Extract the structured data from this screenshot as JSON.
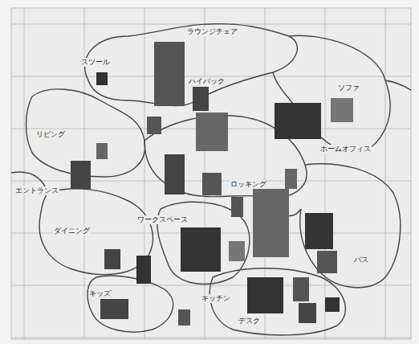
{
  "diagram": {
    "labels": [
      "ラウンジチェア",
      "スツール",
      "ハイバック",
      "ソファ",
      "リビング",
      "ホームオフィス",
      "ロッキング",
      "エントランス",
      "ダイニング",
      "ワークスペース",
      "バス",
      "キッチン",
      "キッズ",
      "デスク"
    ]
  }
}
